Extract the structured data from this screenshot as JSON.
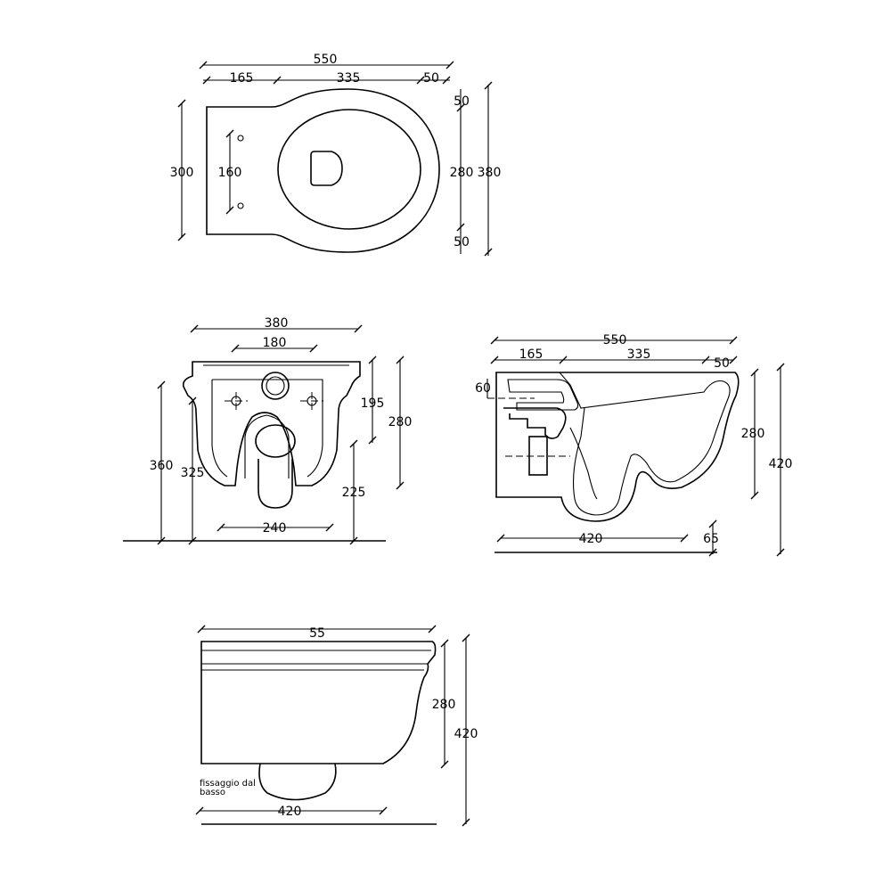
{
  "views": {
    "top": {
      "dim_total_length": "550",
      "dim_rear": "165",
      "dim_bowl": "335",
      "dim_front": "50",
      "dim_rear_width": "300",
      "dim_fixing_spacing": "160",
      "dim_rim_top": "50",
      "dim_bowl_width": "280",
      "dim_rim_bottom": "50",
      "dim_total_width": "380"
    },
    "rear": {
      "dim_width": "380",
      "dim_fixing_spacing": "180",
      "dim_height_total": "360",
      "dim_fixing_height": "325",
      "dim_fixing_depth": "195",
      "dim_body_height": "280",
      "dim_outlet_height": "225",
      "dim_outlet_width": "240"
    },
    "section": {
      "dim_total_length": "550",
      "dim_rear": "165",
      "dim_bowl": "335",
      "dim_front": "50",
      "dim_inlet": "60",
      "dim_body_height": "280",
      "dim_total_height": "420",
      "dim_depth": "420",
      "dim_base": "65"
    },
    "side": {
      "dim_length": "55",
      "dim_body_height": "280",
      "dim_total_height": "420",
      "dim_depth": "420",
      "note_line1": "fissaggio dal",
      "note_line2": "basso"
    }
  }
}
